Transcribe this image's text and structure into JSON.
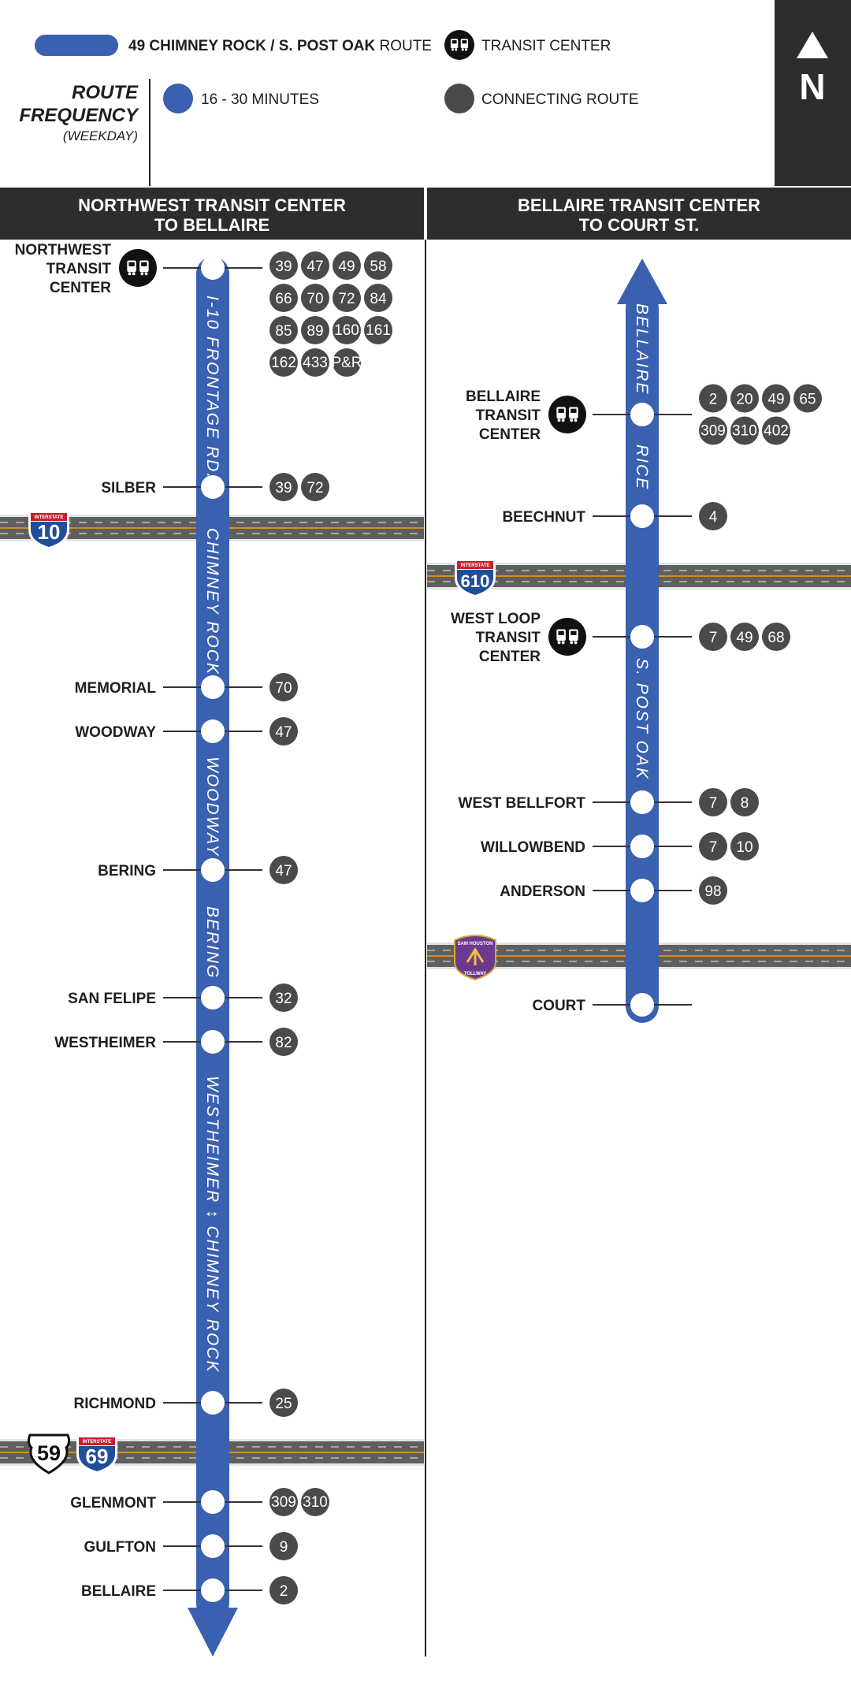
{
  "colors": {
    "route": "#3a60b0",
    "connecting": "#4a4a4a",
    "header": "#2b2d2e",
    "highway": "#5f5f5f",
    "highway_stripe": "#d88a1e",
    "interstate_blue": "#1f4e9a",
    "interstate_red": "#c8202f",
    "tollway": "#6b3a8e"
  },
  "legend": {
    "route_label_bold": "49 CHIMNEY ROCK / S. POST OAK",
    "route_label_rest": "ROUTE",
    "transit_center": "TRANSIT CENTER",
    "freq_line1": "ROUTE",
    "freq_line2": "FREQUENCY",
    "freq_line3": "(WEEKDAY)",
    "freq_value": "16 - 30 MINUTES",
    "connecting": "CONNECTING ROUTE",
    "north": "N"
  },
  "columns": [
    {
      "title_line1": "NORTHWEST TRANSIT CENTER",
      "title_line2": "TO BELLAIRE",
      "direction": "southbound",
      "streets": [
        "I-10 FRONTAGE RD.",
        "CHIMNEY ROCK",
        "WOODWAY",
        "BERING",
        "WESTHEIMER ↕ CHIMNEY ROCK"
      ],
      "highways": [
        {
          "name": "I-10",
          "shields": [
            {
              "type": "interstate",
              "number": "10"
            }
          ]
        },
        {
          "name": "US-59 / I-69",
          "shields": [
            {
              "type": "us",
              "number": "59"
            },
            {
              "type": "interstate",
              "number": "69"
            }
          ]
        }
      ],
      "stops": [
        {
          "name": [
            "NORTHWEST",
            "TRANSIT",
            "CENTER"
          ],
          "transit_center": true,
          "routes": [
            "39",
            "47",
            "49",
            "58",
            "66",
            "70",
            "72",
            "84",
            "85",
            "89",
            "160",
            "161",
            "162",
            "433",
            "P&R"
          ]
        },
        {
          "name": [
            "SILBER"
          ],
          "transit_center": false,
          "routes": [
            "39",
            "72"
          ]
        },
        {
          "name": [
            "MEMORIAL"
          ],
          "transit_center": false,
          "routes": [
            "70"
          ]
        },
        {
          "name": [
            "WOODWAY"
          ],
          "transit_center": false,
          "routes": [
            "47"
          ]
        },
        {
          "name": [
            "BERING"
          ],
          "transit_center": false,
          "routes": [
            "47"
          ]
        },
        {
          "name": [
            "SAN FELIPE"
          ],
          "transit_center": false,
          "routes": [
            "32"
          ]
        },
        {
          "name": [
            "WESTHEIMER"
          ],
          "transit_center": false,
          "routes": [
            "82"
          ]
        },
        {
          "name": [
            "RICHMOND"
          ],
          "transit_center": false,
          "routes": [
            "25"
          ]
        },
        {
          "name": [
            "GLENMONT"
          ],
          "transit_center": false,
          "routes": [
            "309",
            "310"
          ]
        },
        {
          "name": [
            "GULFTON"
          ],
          "transit_center": false,
          "routes": [
            "9"
          ]
        },
        {
          "name": [
            "BELLAIRE"
          ],
          "transit_center": false,
          "routes": [
            "2"
          ]
        }
      ]
    },
    {
      "title_line1": "BELLAIRE TRANSIT CENTER",
      "title_line2": "TO COURT ST.",
      "direction": "northbound",
      "streets": [
        "BELLAIRE",
        "RICE",
        "S. POST OAK"
      ],
      "highways": [
        {
          "name": "I-610",
          "shields": [
            {
              "type": "interstate",
              "number": "610"
            }
          ]
        },
        {
          "name": "Sam Houston Tollway",
          "shields": [
            {
              "type": "tollway",
              "top": "SAM HOUSTON",
              "bottom": "TOLLWAY"
            }
          ]
        }
      ],
      "stops": [
        {
          "name": [
            "BELLAIRE",
            "TRANSIT",
            "CENTER"
          ],
          "transit_center": true,
          "routes": [
            "2",
            "20",
            "49",
            "65",
            "309",
            "310",
            "402"
          ]
        },
        {
          "name": [
            "BEECHNUT"
          ],
          "transit_center": false,
          "routes": [
            "4"
          ]
        },
        {
          "name": [
            "WEST LOOP",
            "TRANSIT",
            "CENTER"
          ],
          "transit_center": true,
          "routes": [
            "7",
            "49",
            "68"
          ]
        },
        {
          "name": [
            "WEST BELLFORT"
          ],
          "transit_center": false,
          "routes": [
            "7",
            "8"
          ]
        },
        {
          "name": [
            "WILLOWBEND"
          ],
          "transit_center": false,
          "routes": [
            "7",
            "10"
          ]
        },
        {
          "name": [
            "ANDERSON"
          ],
          "transit_center": false,
          "routes": [
            "98"
          ]
        },
        {
          "name": [
            "COURT"
          ],
          "transit_center": false,
          "routes": []
        }
      ]
    }
  ]
}
